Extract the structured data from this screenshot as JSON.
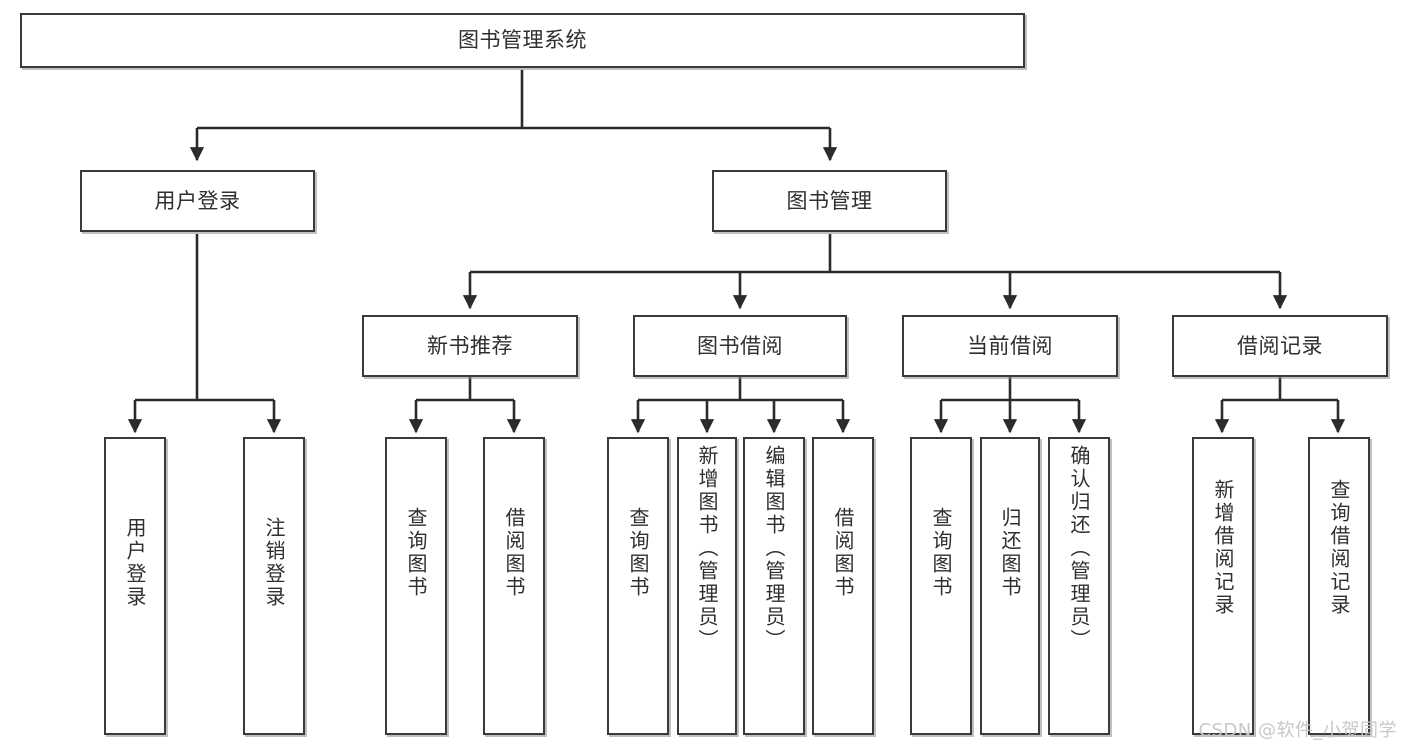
{
  "diagram": {
    "type": "tree",
    "title": "图书管理系统",
    "watermark": "CSDN @软件_小贺同学",
    "colors": {
      "box_border": "#3a3a3a",
      "box_fill": "#ffffff",
      "text": "#2f2f2f",
      "edge": "#1a1a1a",
      "watermark": "#c8c8c8",
      "background": "#ffffff"
    },
    "nodes": {
      "root": {
        "label": "图书管理系统"
      },
      "level2": [
        {
          "id": "user-login",
          "label": "用户登录"
        },
        {
          "id": "book-manage",
          "label": "图书管理"
        }
      ],
      "level3": [
        {
          "id": "new-book-recommend",
          "label": "新书推荐"
        },
        {
          "id": "book-borrow",
          "label": "图书借阅"
        },
        {
          "id": "current-borrow",
          "label": "当前借阅"
        },
        {
          "id": "borrow-record",
          "label": "借阅记录"
        }
      ],
      "leaves": [
        {
          "id": "leaf-user-login",
          "label": "用户登录",
          "parent": "user-login"
        },
        {
          "id": "leaf-logout-login",
          "label": "注销登录",
          "parent": "user-login"
        },
        {
          "id": "leaf-query-book-1",
          "label": "查询图书",
          "parent": "new-book-recommend"
        },
        {
          "id": "leaf-borrow-book-1",
          "label": "借阅图书",
          "parent": "new-book-recommend"
        },
        {
          "id": "leaf-query-book-2",
          "label": "查询图书",
          "parent": "book-borrow"
        },
        {
          "id": "leaf-add-book",
          "label": "新增图书（管理员）",
          "parent": "book-borrow"
        },
        {
          "id": "leaf-edit-book",
          "label": "编辑图书（管理员）",
          "parent": "book-borrow"
        },
        {
          "id": "leaf-borrow-book-2",
          "label": "借阅图书",
          "parent": "book-borrow"
        },
        {
          "id": "leaf-query-book-3",
          "label": "查询图书",
          "parent": "current-borrow"
        },
        {
          "id": "leaf-return-book",
          "label": "归还图书",
          "parent": "current-borrow"
        },
        {
          "id": "leaf-confirm-return",
          "label": "确认归还（管理员）",
          "parent": "current-borrow"
        },
        {
          "id": "leaf-add-record",
          "label": "新增借阅记录",
          "parent": "borrow-record"
        },
        {
          "id": "leaf-query-record",
          "label": "查询借阅记录",
          "parent": "borrow-record"
        }
      ]
    }
  }
}
